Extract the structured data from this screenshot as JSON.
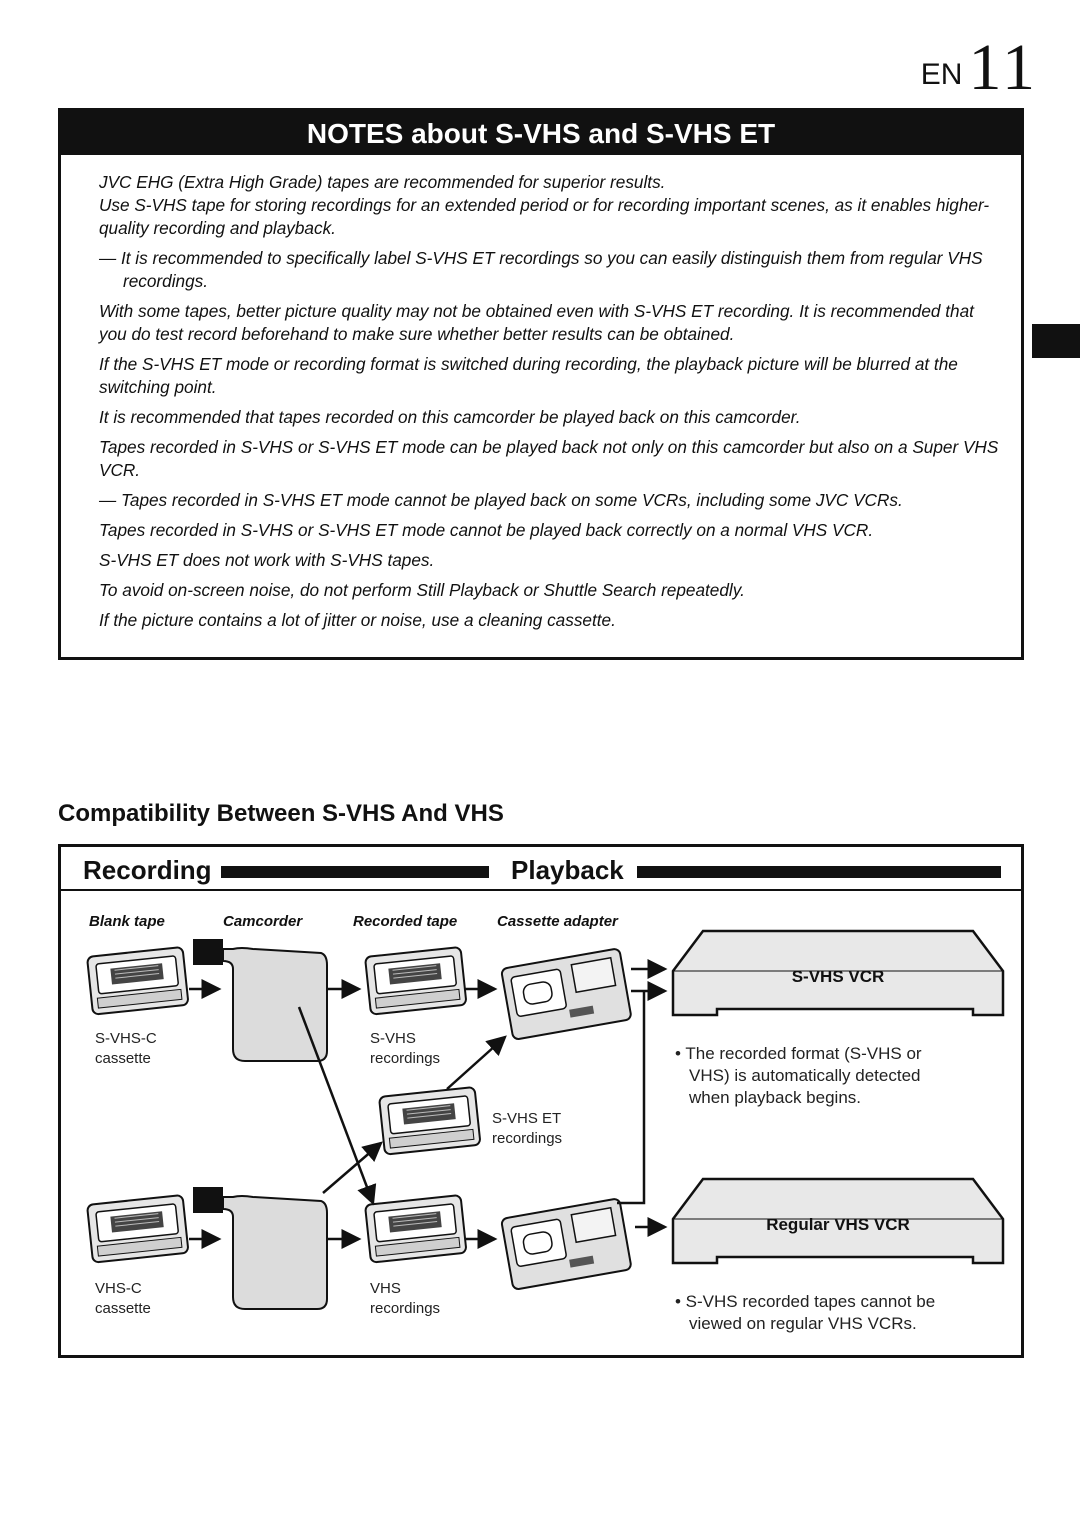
{
  "page_number": {
    "prefix": "EN",
    "number": "11"
  },
  "notes": {
    "title": "NOTES about S-VHS and S-VHS ET",
    "items": [
      "JVC EHG (Extra High Grade) tapes are recommended for superior results.",
      "Use S-VHS tape for storing recordings for an extended period or for recording important scenes, as it enables higher-quality recording and playback.",
      "— It is recommended to specifically label S-VHS ET recordings so you can easily distinguish them from regular VHS recordings.",
      "With some tapes, better picture quality may not be obtained even with S-VHS ET recording. It is recommended that you do test record beforehand to make sure whether better results can be obtained.",
      "If the S-VHS ET mode or recording format is switched during recording, the playback picture will be blurred at the switching point.",
      "It is recommended that tapes recorded on this camcorder be played back on this camcorder.",
      "Tapes recorded in S-VHS or S-VHS ET mode can be played back not only on this camcorder but also on a Super VHS VCR.",
      "— Tapes recorded in S-VHS ET mode cannot be played back on some VCRs, including some JVC VCRs.",
      "Tapes recorded in S-VHS or S-VHS ET mode cannot be played back correctly on a normal VHS VCR.",
      "S-VHS ET does not work with S-VHS tapes.",
      "To avoid on-screen noise, do not perform Still Playback or Shuttle Search repeatedly.",
      "If the picture contains a lot of jitter or noise, use a cleaning cassette."
    ]
  },
  "compat": {
    "title": "Compatibility Between S-VHS And VHS",
    "recording_header": "Recording",
    "playback_header": "Playback",
    "columns": {
      "blank_tape": "Blank tape",
      "camcorder": "Camcorder",
      "recorded_tape": "Recorded tape",
      "cassette_adapter": "Cassette adapter"
    },
    "captions": {
      "svhs_c_line1": "S-VHS-C",
      "svhs_c_line2": "cassette",
      "svhs_rec_line1": "S-VHS",
      "svhs_rec_line2": "recordings",
      "svhs_et_line1": "S-VHS ET",
      "svhs_et_line2": "recordings",
      "vhs_c_line1": "VHS-C",
      "vhs_c_line2": "cassette",
      "vhs_rec_line1": "VHS",
      "vhs_rec_line2": "recordings"
    },
    "svhs_vcr": {
      "name": "S-VHS VCR",
      "note_line1": "• The recorded format (S-VHS or",
      "note_line2": "VHS) is automatically detected",
      "note_line3": "when playback begins."
    },
    "vhs_vcr": {
      "name": "Regular VHS VCR",
      "note_line1": "• S-VHS recorded tapes cannot be",
      "note_line2": "viewed on regular VHS VCRs."
    }
  }
}
